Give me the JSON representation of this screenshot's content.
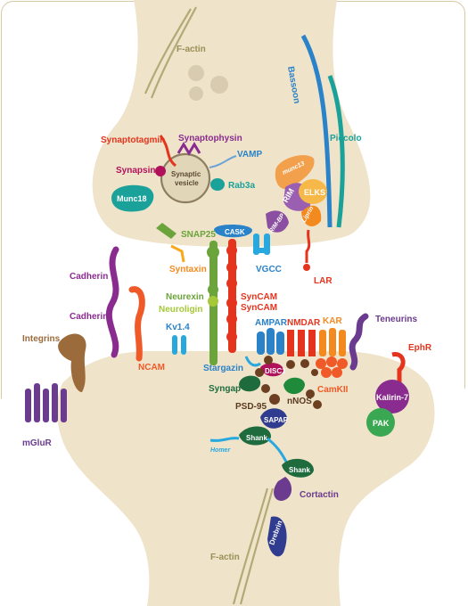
{
  "labels": {
    "factin_top": "F-actin",
    "bassoon": "Bassoon",
    "piccolo": "Piccolo",
    "synaptotagmin": "Synaptotagmin",
    "synaptophysin": "Synaptophysin",
    "vamp": "VAMP",
    "synapsin": "Synapsin",
    "synaptic_vesicle_line1": "Synaptic",
    "synaptic_vesicle_line2": "vesicle",
    "rab3a": "Rab3a",
    "munc13": "munc13",
    "rim": "RIM",
    "elks": "ELKS",
    "liprin": "Liprin",
    "rimbp": "RIM-BP",
    "munc18": "Munc18",
    "snap25": "SNAP25",
    "cask": "CASK",
    "syntaxin": "Syntaxin",
    "vgcc": "VGCC",
    "lar": "LAR",
    "cadherin1": "Cadherin",
    "cadherin2": "Cadherin",
    "neurexin": "Neurexin",
    "neuroligin": "Neuroligin",
    "syncam1": "SynCAM",
    "syncam2": "SynCAM",
    "ampar": "AMPAR",
    "nmdar": "NMDAR",
    "kar": "KAR",
    "teneurins": "Teneurins",
    "integrins": "Integrins",
    "kv14": "Kv1.4",
    "ncam": "NCAM",
    "ephr": "EphR",
    "stargazin": "Stargazin",
    "disc1": "DISC1",
    "syngap": "Syngap",
    "nnos": "nNOS",
    "camkii": "CamKII",
    "kalirin7": "Kalirin-7",
    "pak": "PAK",
    "psd95": "PSD-95",
    "sapap": "SAPAP",
    "shank1": "Shank",
    "homer": "Homer",
    "shank2": "Shank",
    "mglur": "mGluR",
    "cortactin": "Cortactin",
    "drebrin": "Drebrin",
    "factin_bottom": "F-actin"
  },
  "colors": {
    "cell": "#efe3c9",
    "cleft": "#ffffff",
    "frame": "#d9c7a4",
    "actin": "#b4a976",
    "purple": "#8a2c8f",
    "magenta": "#b1115a",
    "red": "#e5341e",
    "orange": "#f38a1f",
    "yellow": "#f7a81b",
    "teal": "#1aa29a",
    "blue": "#2a82c9",
    "lightblue": "#27a9e0",
    "green": "#6ba43a",
    "darkgreen": "#1e6b3d",
    "navy": "#2f3c8f",
    "brown": "#6b3f1f",
    "tan": "#9b6b3c",
    "olive": "#a9a65a"
  }
}
